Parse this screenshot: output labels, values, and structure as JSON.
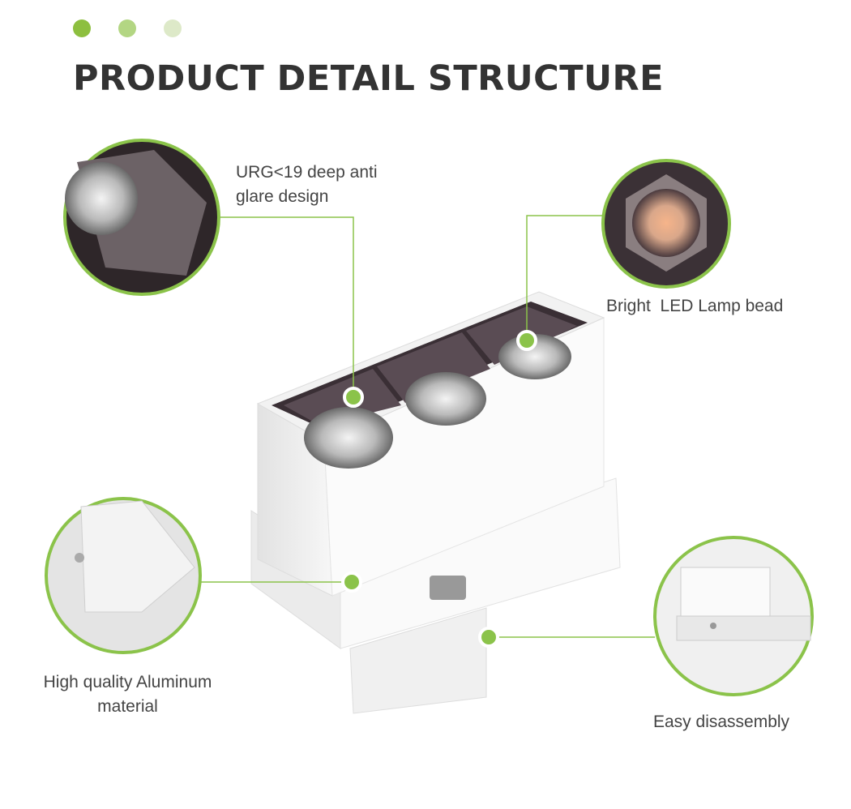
{
  "header": {
    "title": "PRODUCT DETAIL STRUCTURE",
    "dot_colors": [
      "#8dbf3f",
      "#b3d683",
      "#dde9c8"
    ]
  },
  "accent_color": "#8bc34a",
  "callouts": [
    {
      "id": "anti-glare",
      "line1": "URG<19 deep anti",
      "line2": "glare design"
    },
    {
      "id": "led-bead",
      "line1": "Bright  LED Lamp bead"
    },
    {
      "id": "aluminum",
      "line1": "High quality Aluminum",
      "line2": "material"
    },
    {
      "id": "disassembly",
      "line1": "Easy disassembly"
    }
  ]
}
